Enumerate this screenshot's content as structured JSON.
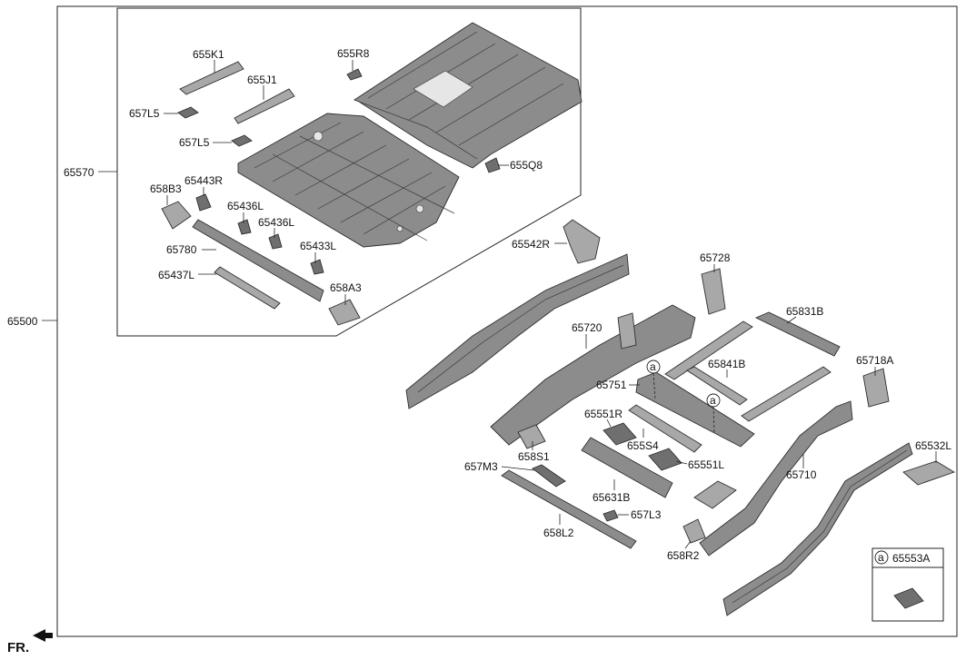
{
  "labels": {
    "l65500": "65500",
    "l65570": "65570",
    "l655K1": "655K1",
    "l655J1": "655J1",
    "l657L5a": "657L5",
    "l657L5b": "657L5",
    "l655R8": "655R8",
    "l655Q8": "655Q8",
    "l658B3": "658B3",
    "l65443R": "65443R",
    "l65436La": "65436L",
    "l65436Lb": "65436L",
    "l65780": "65780",
    "l65433L": "65433L",
    "l65437L": "65437L",
    "l658A3": "658A3",
    "l65542R": "65542R",
    "l65728": "65728",
    "l65831B": "65831B",
    "l65720": "65720",
    "l65841B": "65841B",
    "l65718A": "65718A",
    "l65751": "65751",
    "l65551R": "65551R",
    "l655S4": "655S4",
    "l658S1": "658S1",
    "l65551L": "65551L",
    "l65710": "65710",
    "l657M3": "657M3",
    "l65532L": "65532L",
    "l65631B": "65631B",
    "l657L3": "657L3",
    "l658L2": "658L2",
    "l658R2": "658R2",
    "l65553A": "65553A"
  },
  "callouts": {
    "a1": "a",
    "a2": "a",
    "a3": "a"
  },
  "direction": {
    "front": "FR."
  }
}
